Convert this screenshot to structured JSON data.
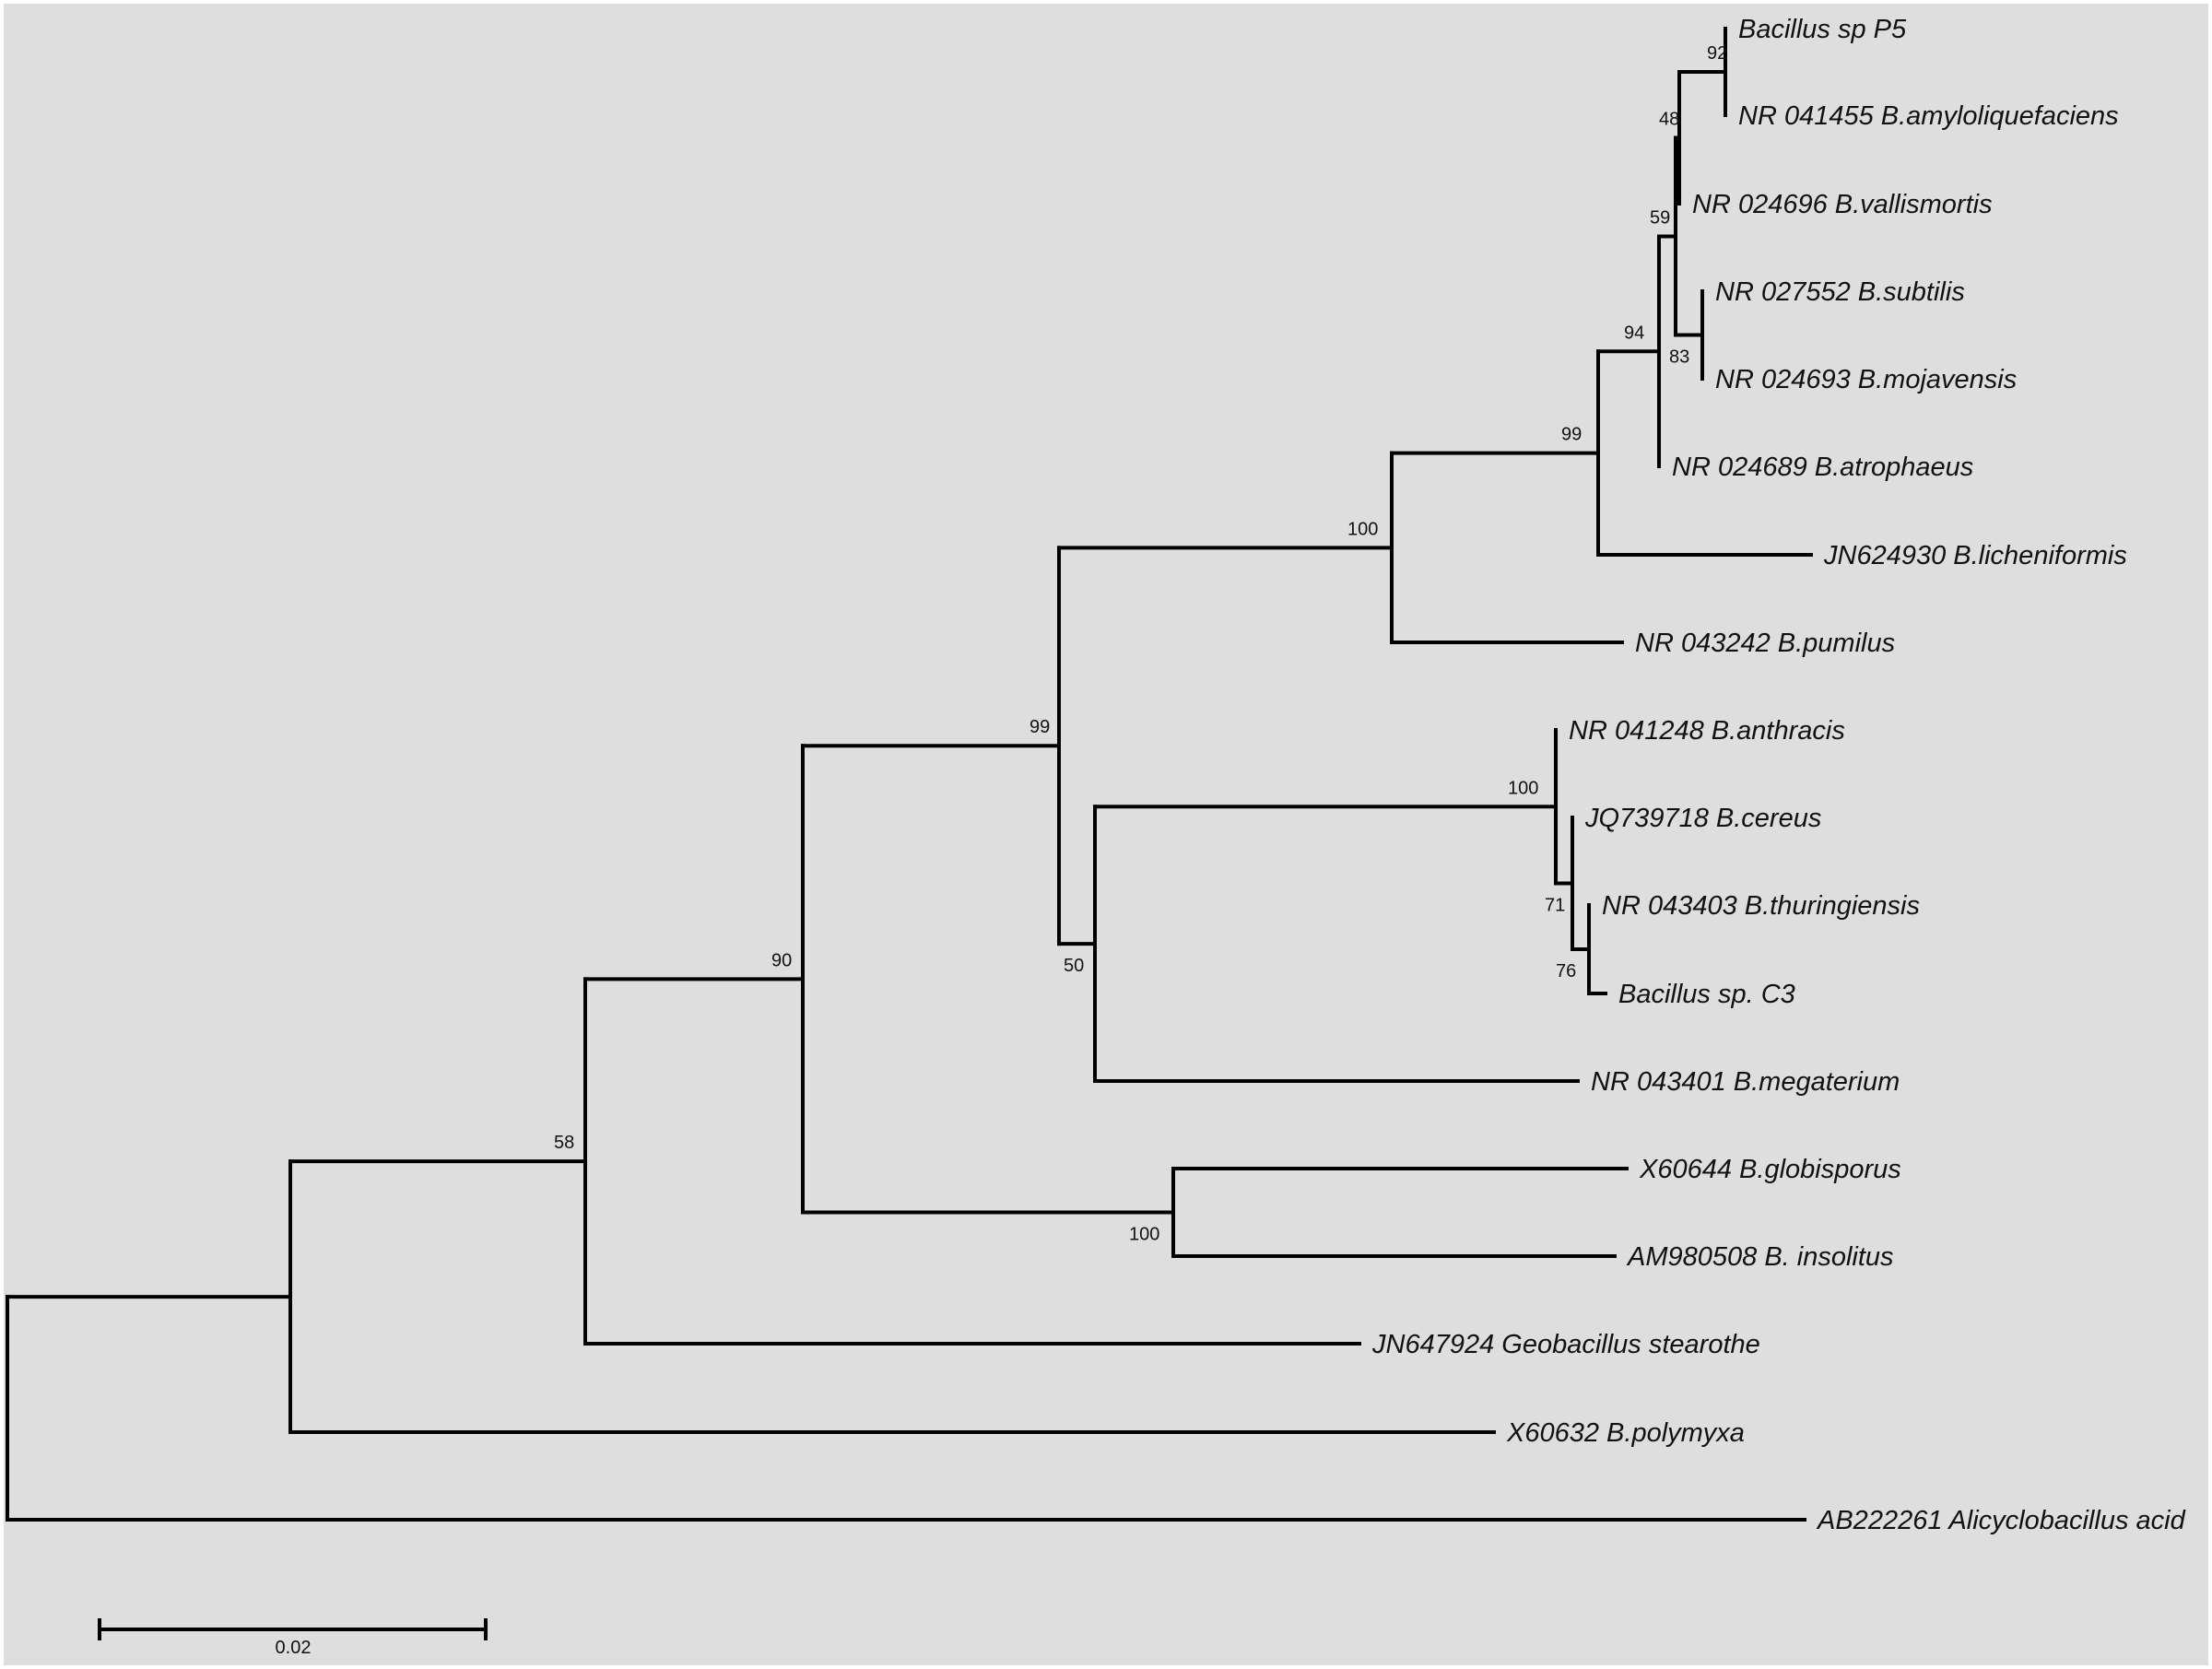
{
  "figure": {
    "background": "#dedede",
    "line_color": "#000000",
    "scale_bar": {
      "label": "0.02"
    }
  },
  "taxa": [
    "Bacillus sp P5",
    "NR 041455 B.amyloliquefaciens",
    "NR 024696 B.vallismortis",
    "NR 027552 B.subtilis",
    "NR 024693 B.mojavensis",
    "NR 024689 B.atrophaeus",
    "JN624930 B.licheniformis",
    "NR 043242 B.pumilus",
    "NR 041248 B.anthracis",
    "JQ739718 B.cereus",
    "NR 043403 B.thuringiensis",
    "Bacillus sp. C3",
    "NR 043401 B.megaterium",
    "X60644 B.globisporus",
    "AM980508 B. insolitus",
    "JN647924 Geobacillus stearothe",
    "X60632 B.polymyxa",
    "AB222261 Alicyclobacillus acid"
  ],
  "bootstrap": [
    "92",
    "48",
    "59",
    "83",
    "94",
    "99",
    "100",
    "100",
    "71",
    "76",
    "50",
    "99",
    "100",
    "90",
    "58"
  ]
}
